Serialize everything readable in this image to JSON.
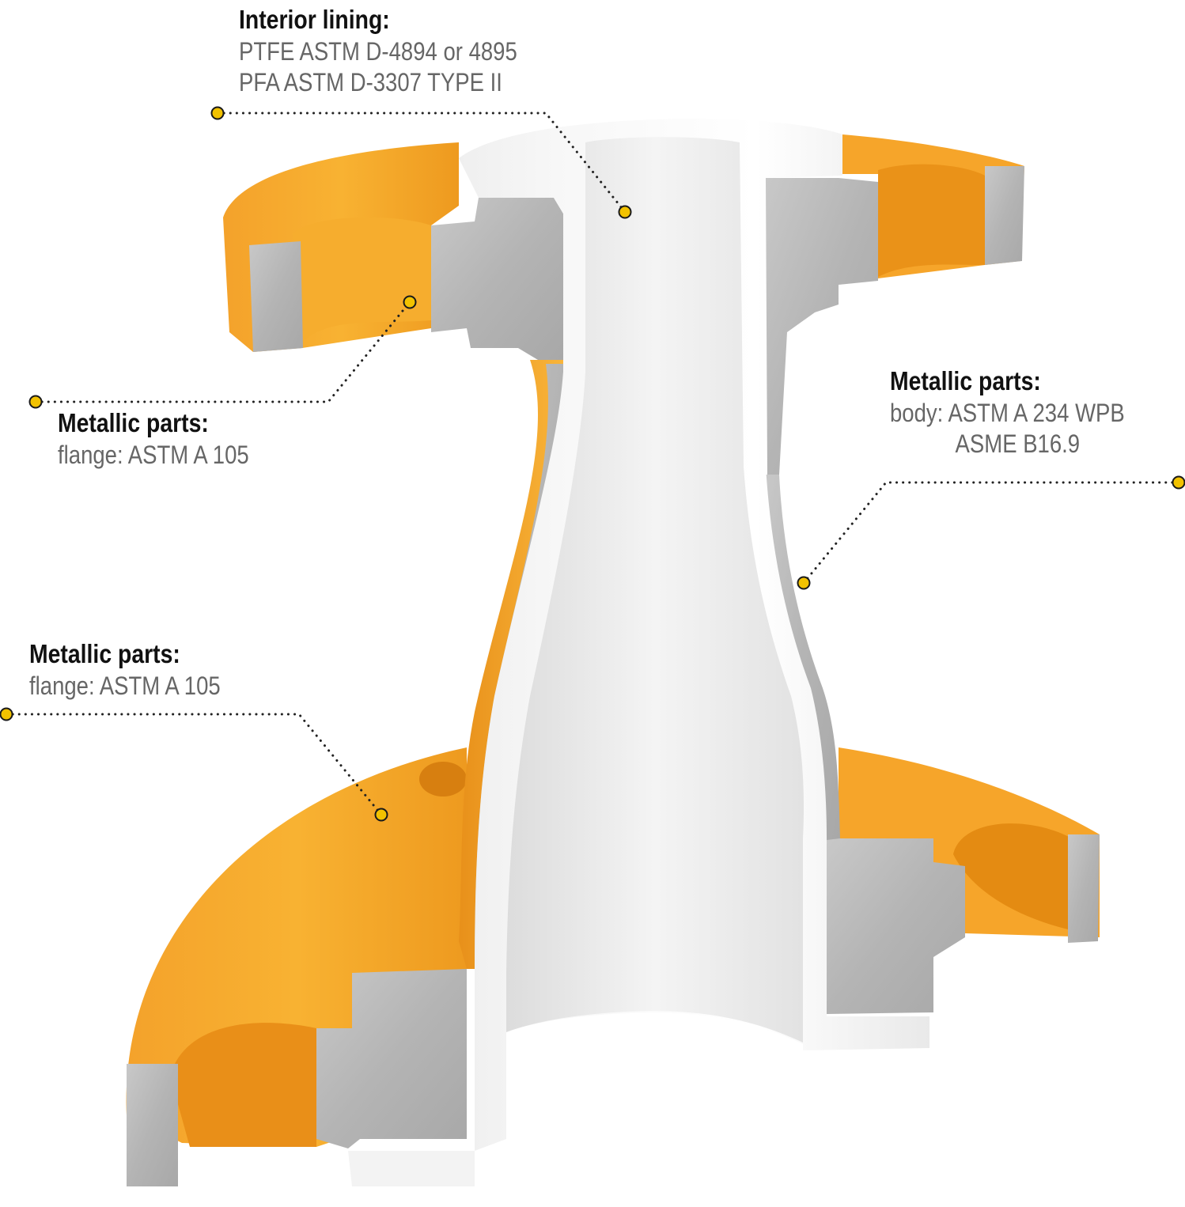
{
  "colors": {
    "flange_orange": "#f6a72a",
    "flange_orange_dark": "#e48d14",
    "metal_gray": "#b9b9b9",
    "metal_gray_dark": "#9c9c9c",
    "lining_white": "#f2f2f2",
    "marker_yellow": "#f2c200",
    "leader_dots": "#222222"
  },
  "callouts": [
    {
      "id": "interior-lining",
      "heading": "Interior lining:",
      "lines": [
        "PTFE ASTM D-4894 or 4895",
        "PFA ASTM D-3307 TYPE II"
      ]
    },
    {
      "id": "metallic-flange-top",
      "heading": "Metallic parts:",
      "lines": [
        "flange: ASTM A 105"
      ]
    },
    {
      "id": "metallic-body",
      "heading": "Metallic parts:",
      "lines": [
        "body: ASTM A 234 WPB",
        "ASME B16.9"
      ]
    },
    {
      "id": "metallic-flange-bottom",
      "heading": "Metallic parts:",
      "lines": [
        "flange: ASTM A 105"
      ]
    }
  ]
}
